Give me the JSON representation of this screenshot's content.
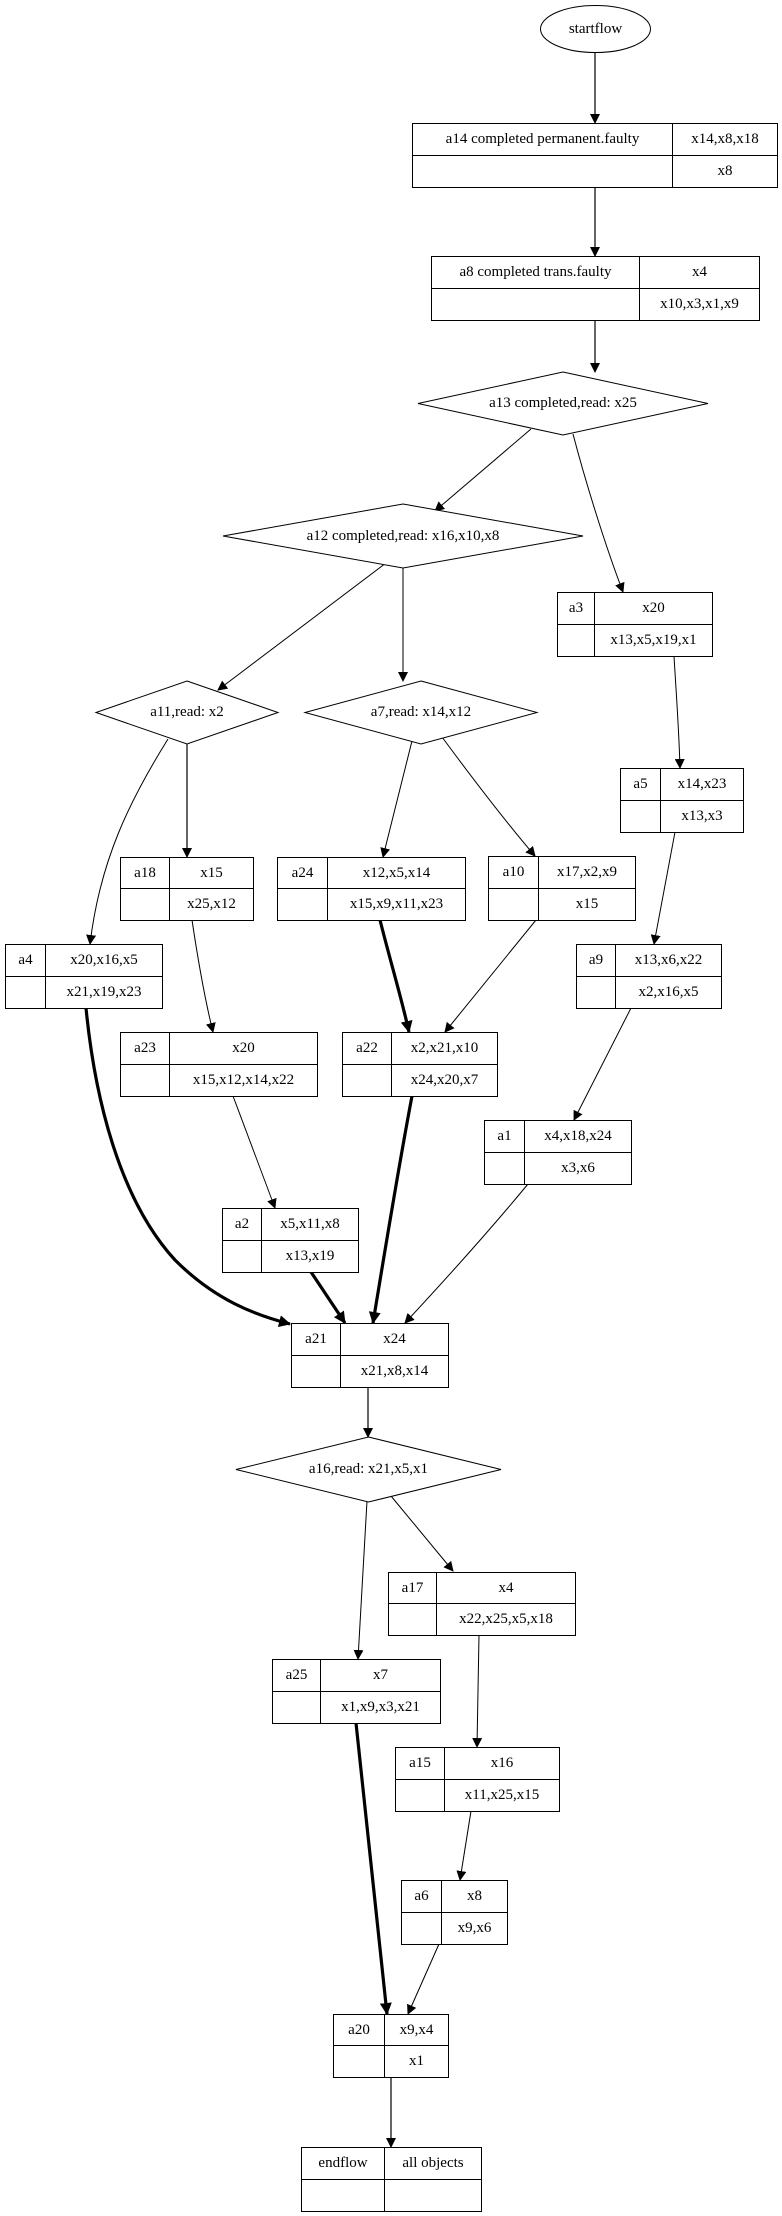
{
  "diagram": {
    "type": "flow-graph",
    "start": {
      "id": "startflow",
      "label": "startflow"
    },
    "tables": [
      {
        "id": "a14",
        "label": "a14 completed permanent.faulty",
        "top": "x14,x8,x18",
        "bottom": "x8"
      },
      {
        "id": "a8",
        "label": "a8 completed trans.faulty",
        "top": "x4",
        "bottom": "x10,x3,x1,x9"
      },
      {
        "id": "a3",
        "label": "a3",
        "top": "x20",
        "bottom": "x13,x5,x19,x1"
      },
      {
        "id": "a5",
        "label": "a5",
        "top": "x14,x23",
        "bottom": "x13,x3"
      },
      {
        "id": "a18",
        "label": "a18",
        "top": "x15",
        "bottom": "x25,x12"
      },
      {
        "id": "a24",
        "label": "a24",
        "top": "x12,x5,x14",
        "bottom": "x15,x9,x11,x23"
      },
      {
        "id": "a10",
        "label": "a10",
        "top": "x17,x2,x9",
        "bottom": "x15"
      },
      {
        "id": "a4",
        "label": "a4",
        "top": "x20,x16,x5",
        "bottom": "x21,x19,x23"
      },
      {
        "id": "a9",
        "label": "a9",
        "top": "x13,x6,x22",
        "bottom": "x2,x16,x5"
      },
      {
        "id": "a23",
        "label": "a23",
        "top": "x20",
        "bottom": "x15,x12,x14,x22"
      },
      {
        "id": "a22",
        "label": "a22",
        "top": "x2,x21,x10",
        "bottom": "x24,x20,x7"
      },
      {
        "id": "a1",
        "label": "a1",
        "top": "x4,x18,x24",
        "bottom": "x3,x6"
      },
      {
        "id": "a2",
        "label": "a2",
        "top": "x5,x11,x8",
        "bottom": "x13,x19"
      },
      {
        "id": "a21",
        "label": "a21",
        "top": "x24",
        "bottom": "x21,x8,x14"
      },
      {
        "id": "a17",
        "label": "a17",
        "top": "x4",
        "bottom": "x22,x25,x5,x18"
      },
      {
        "id": "a25",
        "label": "a25",
        "top": "x7",
        "bottom": "x1,x9,x3,x21"
      },
      {
        "id": "a15",
        "label": "a15",
        "top": "x16",
        "bottom": "x11,x25,x15"
      },
      {
        "id": "a6",
        "label": "a6",
        "top": "x8",
        "bottom": "x9,x6"
      },
      {
        "id": "a20",
        "label": "a20",
        "top": "x9,x4",
        "bottom": "x1"
      },
      {
        "id": "endflow",
        "label": "endflow",
        "top": "all objects",
        "bottom": ""
      }
    ],
    "decisions": [
      {
        "id": "a13",
        "label": "a13 completed,read: x25"
      },
      {
        "id": "a12",
        "label": "a12 completed,read: x16,x10,x8"
      },
      {
        "id": "a11",
        "label": "a11,read: x2"
      },
      {
        "id": "a7",
        "label": "a7,read: x14,x12"
      },
      {
        "id": "a16",
        "label": "a16,read: x21,x5,x1"
      }
    ],
    "edges": [
      {
        "from": "startflow",
        "to": "a14",
        "bold": false
      },
      {
        "from": "a14",
        "to": "a8",
        "bold": false
      },
      {
        "from": "a8",
        "to": "a13",
        "bold": false
      },
      {
        "from": "a13",
        "to": "a12",
        "bold": false
      },
      {
        "from": "a13",
        "to": "a3",
        "bold": false
      },
      {
        "from": "a12",
        "to": "a11",
        "bold": false
      },
      {
        "from": "a12",
        "to": "a7",
        "bold": false
      },
      {
        "from": "a3",
        "to": "a5",
        "bold": false
      },
      {
        "from": "a11",
        "to": "a4",
        "bold": false
      },
      {
        "from": "a11",
        "to": "a18",
        "bold": false
      },
      {
        "from": "a7",
        "to": "a24",
        "bold": false
      },
      {
        "from": "a7",
        "to": "a10",
        "bold": false
      },
      {
        "from": "a5",
        "to": "a9",
        "bold": false
      },
      {
        "from": "a18",
        "to": "a23",
        "bold": false
      },
      {
        "from": "a24",
        "to": "a22",
        "bold": true
      },
      {
        "from": "a10",
        "to": "a22",
        "bold": false
      },
      {
        "from": "a9",
        "to": "a1",
        "bold": false
      },
      {
        "from": "a23",
        "to": "a2",
        "bold": false
      },
      {
        "from": "a4",
        "to": "a21",
        "bold": true
      },
      {
        "from": "a2",
        "to": "a21",
        "bold": true
      },
      {
        "from": "a22",
        "to": "a21",
        "bold": true
      },
      {
        "from": "a1",
        "to": "a21",
        "bold": false
      },
      {
        "from": "a21",
        "to": "a16",
        "bold": false
      },
      {
        "from": "a16",
        "to": "a25",
        "bold": false
      },
      {
        "from": "a16",
        "to": "a17",
        "bold": false
      },
      {
        "from": "a17",
        "to": "a15",
        "bold": false
      },
      {
        "from": "a15",
        "to": "a6",
        "bold": false
      },
      {
        "from": "a25",
        "to": "a20",
        "bold": true
      },
      {
        "from": "a6",
        "to": "a20",
        "bold": false
      },
      {
        "from": "a20",
        "to": "endflow",
        "bold": false
      }
    ]
  }
}
